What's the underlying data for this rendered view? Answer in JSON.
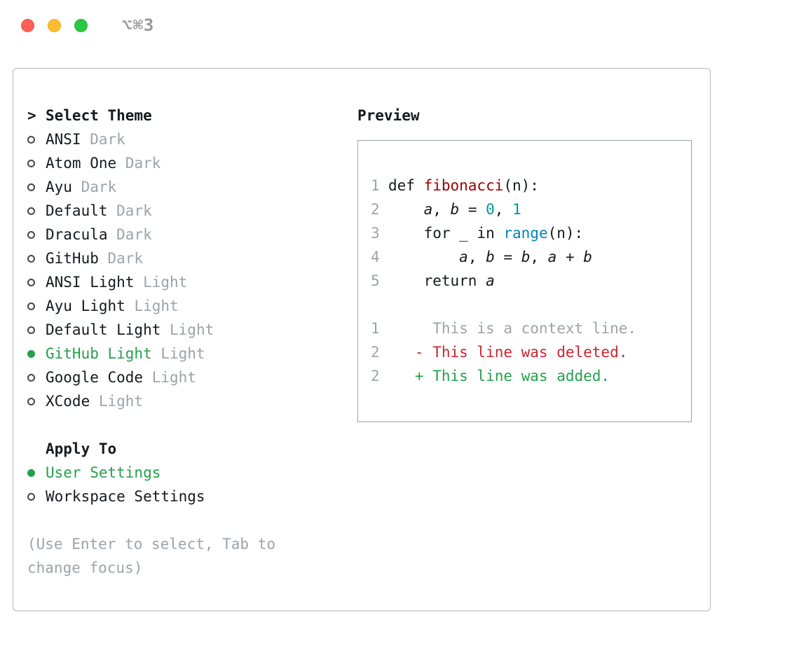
{
  "window": {
    "title": "⌥⌘3"
  },
  "theme_section": {
    "heading_prompt": ">",
    "heading": "Select Theme",
    "items": [
      {
        "name": "ANSI",
        "variant": "Dark",
        "selected": false
      },
      {
        "name": "Atom One",
        "variant": "Dark",
        "selected": false
      },
      {
        "name": "Ayu",
        "variant": "Dark",
        "selected": false
      },
      {
        "name": "Default",
        "variant": "Dark",
        "selected": false
      },
      {
        "name": "Dracula",
        "variant": "Dark",
        "selected": false
      },
      {
        "name": "GitHub",
        "variant": "Dark",
        "selected": false
      },
      {
        "name": "ANSI Light",
        "variant": "Light",
        "selected": false
      },
      {
        "name": "Ayu Light",
        "variant": "Light",
        "selected": false
      },
      {
        "name": "Default Light",
        "variant": "Light",
        "selected": false
      },
      {
        "name": "GitHub Light",
        "variant": "Light",
        "selected": true
      },
      {
        "name": "Google Code",
        "variant": "Light",
        "selected": false
      },
      {
        "name": "XCode",
        "variant": "Light",
        "selected": false
      }
    ]
  },
  "apply_section": {
    "heading": "Apply To",
    "items": [
      {
        "label": "User Settings",
        "selected": true
      },
      {
        "label": "Workspace Settings",
        "selected": false
      }
    ]
  },
  "hint": "(Use Enter to select, Tab to change focus)",
  "preview": {
    "heading": "Preview",
    "code_lines": [
      {
        "num": "1",
        "segments": [
          {
            "t": "def ",
            "s": "plain"
          },
          {
            "t": "fibonacci",
            "s": "func"
          },
          {
            "t": "(n):",
            "s": "plain"
          }
        ]
      },
      {
        "num": "2",
        "segments": [
          {
            "t": "    ",
            "s": "plain"
          },
          {
            "t": "a",
            "s": "var"
          },
          {
            "t": ", ",
            "s": "plain"
          },
          {
            "t": "b",
            "s": "var"
          },
          {
            "t": " = ",
            "s": "plain"
          },
          {
            "t": "0",
            "s": "number"
          },
          {
            "t": ", ",
            "s": "plain"
          },
          {
            "t": "1",
            "s": "number"
          }
        ]
      },
      {
        "num": "3",
        "segments": [
          {
            "t": "    for _ in ",
            "s": "plain"
          },
          {
            "t": "range",
            "s": "builtin"
          },
          {
            "t": "(n):",
            "s": "plain"
          }
        ]
      },
      {
        "num": "4",
        "segments": [
          {
            "t": "        ",
            "s": "plain"
          },
          {
            "t": "a",
            "s": "var"
          },
          {
            "t": ", ",
            "s": "plain"
          },
          {
            "t": "b",
            "s": "var"
          },
          {
            "t": " = ",
            "s": "plain"
          },
          {
            "t": "b",
            "s": "var"
          },
          {
            "t": ", ",
            "s": "plain"
          },
          {
            "t": "a",
            "s": "var"
          },
          {
            "t": " + ",
            "s": "plain"
          },
          {
            "t": "b",
            "s": "var"
          }
        ]
      },
      {
        "num": "5",
        "segments": [
          {
            "t": "    return ",
            "s": "plain"
          },
          {
            "t": "a",
            "s": "var"
          }
        ]
      },
      {
        "num": "",
        "segments": []
      },
      {
        "num": "1",
        "segments": [
          {
            "t": "     This is a context line.",
            "s": "ctx"
          }
        ]
      },
      {
        "num": "2",
        "segments": [
          {
            "t": "   - This line was deleted.",
            "s": "del"
          }
        ]
      },
      {
        "num": "2",
        "segments": [
          {
            "t": "   + This line was added.",
            "s": "add"
          }
        ]
      }
    ]
  },
  "colors": {
    "accent_green": "#23a14c",
    "added_green": "#23a14c",
    "deleted_red": "#cb2431",
    "function_red": "#990000",
    "number_teal": "#009999",
    "builtin_blue": "#0086b3",
    "muted_gray": "#9da3a8",
    "text_black": "#16191d",
    "close_red": "#ff5f57",
    "minimize_yellow": "#febc2e",
    "zoom_green": "#28c840"
  }
}
